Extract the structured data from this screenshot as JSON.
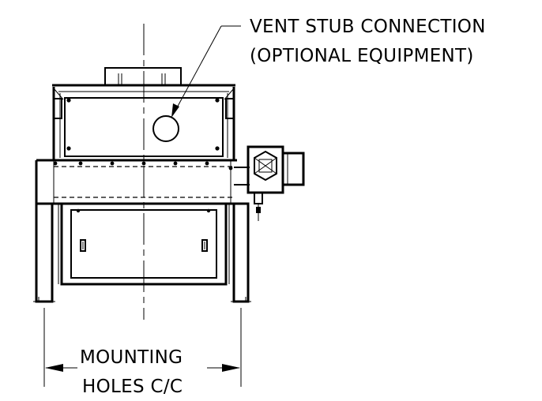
{
  "callout": {
    "line1": "VENT STUB CONNECTION",
    "line2": "(OPTIONAL EQUIPMENT)"
  },
  "dimension": {
    "line1": "MOUNTING",
    "line2": "HOLES C/C"
  }
}
